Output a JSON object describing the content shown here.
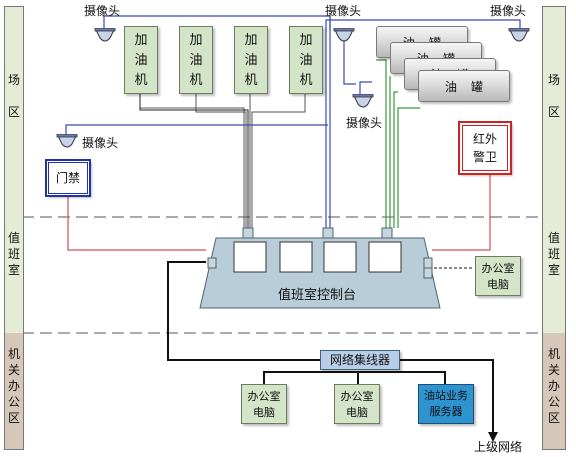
{
  "zones_left": [
    {
      "id": "site",
      "label": "场\n\n区"
    },
    {
      "id": "duty",
      "label": "值\n班\n室"
    },
    {
      "id": "office",
      "label": "机\n关\n办\n公\n区"
    }
  ],
  "zones_right": [
    {
      "id": "site",
      "label": "场\n\n区"
    },
    {
      "id": "duty",
      "label": "值\n班\n室"
    },
    {
      "id": "office",
      "label": "机\n关\n办\n公\n区"
    }
  ],
  "cameras": {
    "top_left": "摄像头",
    "top_middle": "摄像头",
    "top_right": "摄像头",
    "mid_left": "摄像头",
    "tank_side": "摄像头"
  },
  "pumps": [
    "加\n油\n机",
    "加\n油\n机",
    "加\n油\n机",
    "加\n油\n机"
  ],
  "tanks": [
    "油罐",
    "油罐",
    "油罐",
    "油罐"
  ],
  "access_control": "门禁",
  "infrared_guard": "红外\n警卫",
  "console": "值班室控制台",
  "office_pc_duty": "办公室\n电脑",
  "hub": "网络集线器",
  "office_pc_1": "办公室\n电脑",
  "office_pc_2": "办公室\n电脑",
  "business_server": "油站业务\n服务器",
  "uplink": "上级网络",
  "colors": {
    "camera_line": "#3a4ab0",
    "tank_line": "#3a9a3a",
    "alarm_line": "#d05050",
    "network_line": "#111111",
    "console_fill": "#b8cdd8",
    "hub_fill": "#b8cde6",
    "server_fill": "#2e94d0",
    "zone_left_top": "#e4ecd6",
    "zone_left_bottom": "#d6c8b8",
    "access_border": "#2233aa",
    "infrared_border": "#cc2222"
  }
}
